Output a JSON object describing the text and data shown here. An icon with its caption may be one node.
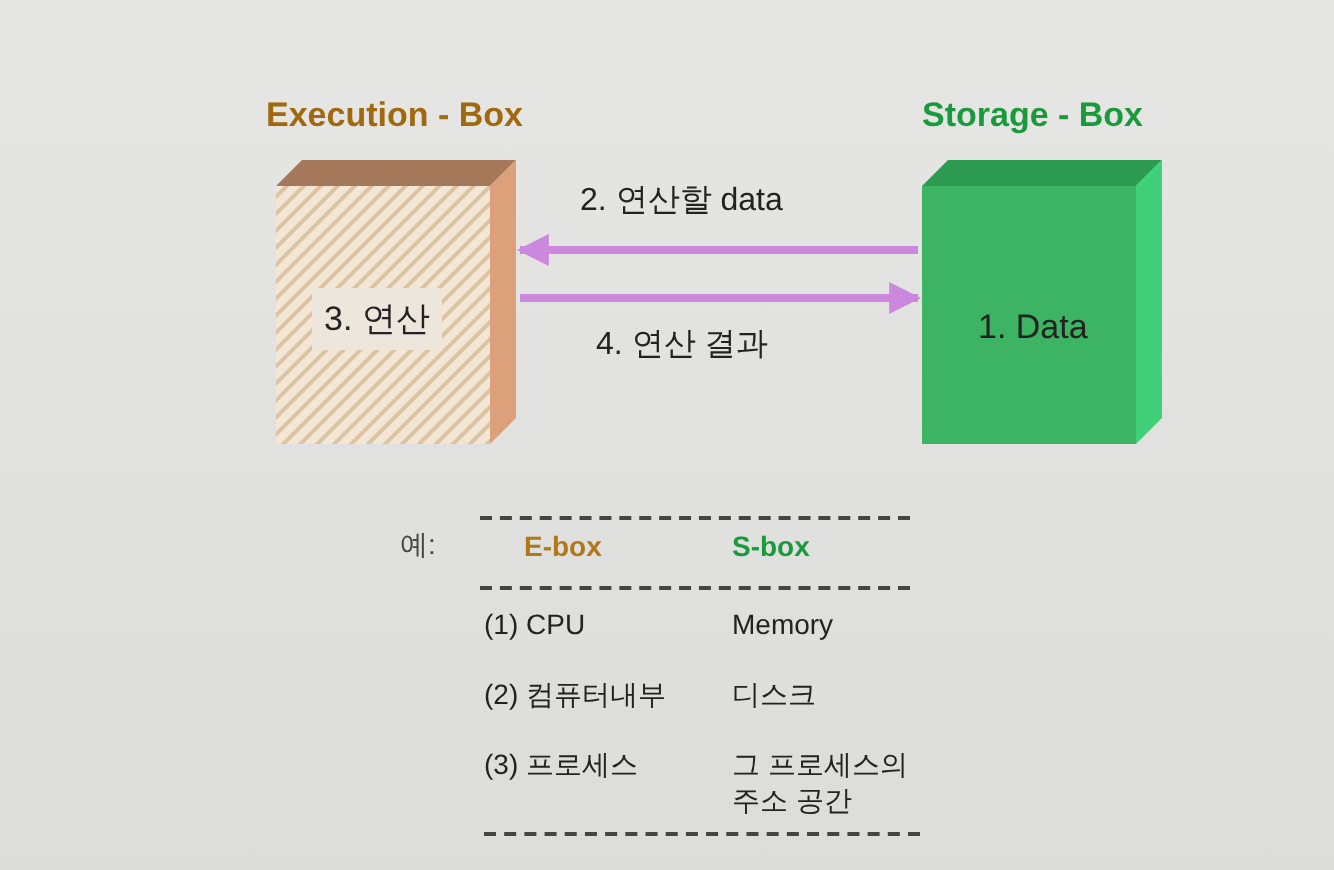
{
  "diagram": {
    "nodes": [
      {
        "text": [
          "Execution - Box",
          "3. 연산"
        ]
      },
      {
        "text": [
          "Storage - Box",
          "1. Data"
        ]
      }
    ],
    "edges": [
      {
        "from": 1,
        "to": 0,
        "arrow": "to",
        "label": "2. 연산할 data",
        "color": "#cc88dd"
      },
      {
        "from": 0,
        "to": 1,
        "arrow": "to",
        "label": "4. 연산 결과",
        "color": "#cc88dd"
      }
    ],
    "labels": [
      "예:",
      "E-box",
      "S-box",
      "(1) CPU",
      "Memory",
      "(2) 컴퓨터내부",
      "디스크",
      "(3) 프로세스",
      "그 프로세스의 주소 공간"
    ]
  }
}
